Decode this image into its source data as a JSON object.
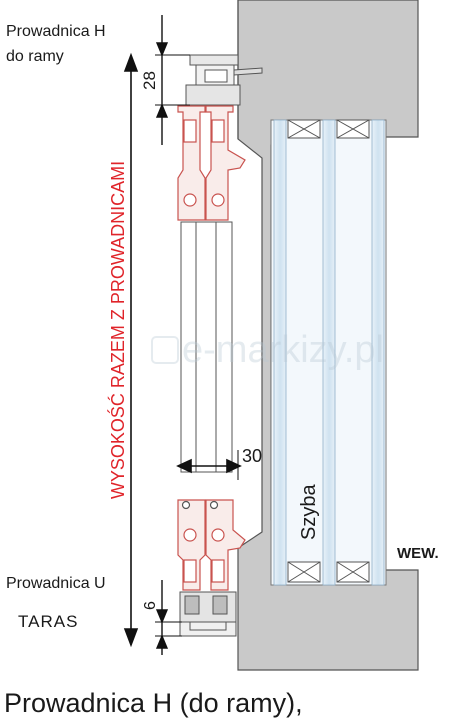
{
  "labels": {
    "guide_h": [
      "Prowadnica H",
      "do ramy"
    ],
    "dim_28": "28",
    "vertical_red": "WYSOKOŚĆ RAZEM Z PROWADNICAMI",
    "dim_30": "30",
    "glass": "Szyba",
    "inside": "WEW.",
    "guide_u": "Prowadnica U",
    "dim_6": "6",
    "terrace": "TARAS",
    "caption": "Prowadnica H (do ramy),",
    "watermark": "e-markizy.pl"
  },
  "colors": {
    "red_text": "#e0242a",
    "profile_red": "#c9534f",
    "profile_fill": "#f8e9e7",
    "wall_gray": "#c8c8c8",
    "glass_blue": "#d7e7f3",
    "metal_gray": "#6f6f6f"
  }
}
